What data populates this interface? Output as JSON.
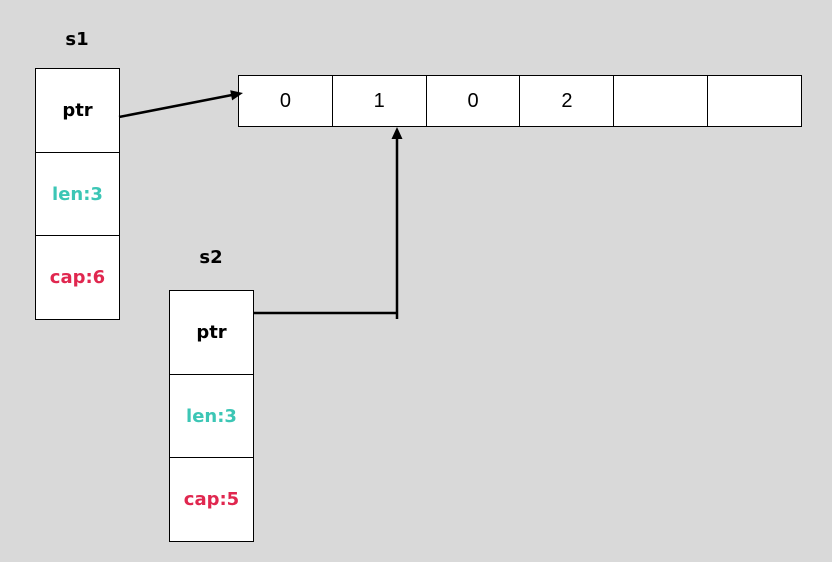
{
  "slices": {
    "s1": {
      "name": "s1",
      "ptr": "ptr",
      "len": "len:3",
      "cap": "cap:6"
    },
    "s2": {
      "name": "s2",
      "ptr": "ptr",
      "len": "len:3",
      "cap": "cap:5"
    }
  },
  "array": {
    "cells": [
      "0",
      "1",
      "0",
      "2",
      "",
      ""
    ]
  },
  "colors": {
    "background": "#d9d9d9",
    "box_fill": "#ffffff",
    "ptr_text": "#000000",
    "len_text": "#3cc6b5",
    "cap_text": "#e0274f",
    "arrow": "#000000"
  }
}
